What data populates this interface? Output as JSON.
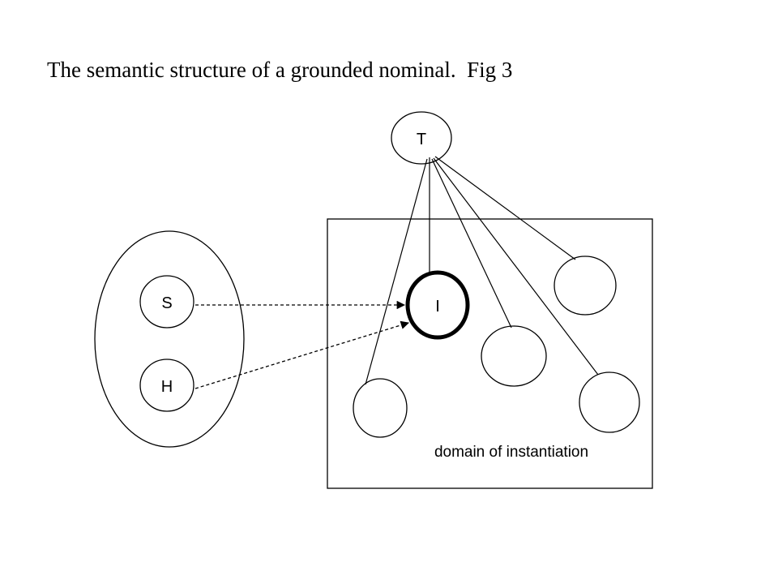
{
  "slide": {
    "title": "The semantic structure of a grounded nominal.  Fig 3"
  },
  "diagram": {
    "type_node_label": "T",
    "speaker_label": "S",
    "hearer_label": "H",
    "instance_label": "I",
    "domain_label": "domain of instantiation"
  },
  "colors": {
    "stroke": "#000000",
    "background": "#ffffff"
  }
}
